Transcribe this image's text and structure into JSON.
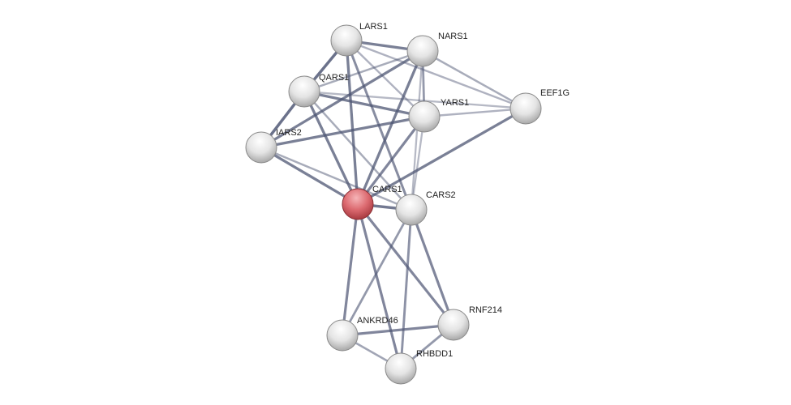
{
  "network": {
    "query_color": "#d9545a",
    "node_color": "#e6e6e6",
    "edge_color": "#4d5573",
    "nodes": [
      {
        "id": "LARS1",
        "label": "LARS1",
        "query": false
      },
      {
        "id": "NARS1",
        "label": "NARS1",
        "query": false
      },
      {
        "id": "QARS1",
        "label": "QARS1",
        "query": false
      },
      {
        "id": "YARS1",
        "label": "YARS1",
        "query": false
      },
      {
        "id": "EEF1G",
        "label": "EEF1G",
        "query": false
      },
      {
        "id": "IARS2",
        "label": "IARS2",
        "query": false
      },
      {
        "id": "CARS1",
        "label": "CARS1",
        "query": true
      },
      {
        "id": "CARS2",
        "label": "CARS2",
        "query": false
      },
      {
        "id": "ANKRD46",
        "label": "ANKRD46",
        "query": false
      },
      {
        "id": "RNF214",
        "label": "RNF214",
        "query": false
      },
      {
        "id": "RHBDD1",
        "label": "RHBDD1",
        "query": false
      }
    ],
    "edges": [
      [
        "LARS1",
        "NARS1",
        0.8
      ],
      [
        "LARS1",
        "QARS1",
        0.9
      ],
      [
        "LARS1",
        "YARS1",
        0.4
      ],
      [
        "LARS1",
        "EEF1G",
        0.4
      ],
      [
        "LARS1",
        "CARS1",
        0.8
      ],
      [
        "LARS1",
        "CARS2",
        0.7
      ],
      [
        "NARS1",
        "QARS1",
        0.45
      ],
      [
        "NARS1",
        "IARS2",
        0.8
      ],
      [
        "NARS1",
        "YARS1",
        0.6
      ],
      [
        "NARS1",
        "EEF1G",
        0.45
      ],
      [
        "NARS1",
        "CARS1",
        0.8
      ],
      [
        "NARS1",
        "CARS2",
        0.35
      ],
      [
        "QARS1",
        "YARS1",
        0.8
      ],
      [
        "QARS1",
        "EEF1G",
        0.35
      ],
      [
        "QARS1",
        "IARS2",
        0.9
      ],
      [
        "QARS1",
        "CARS1",
        0.8
      ],
      [
        "QARS1",
        "CARS2",
        0.45
      ],
      [
        "IARS2",
        "YARS1",
        0.8
      ],
      [
        "IARS2",
        "CARS1",
        0.8
      ],
      [
        "IARS2",
        "CARS2",
        0.45
      ],
      [
        "YARS1",
        "EEF1G",
        0.4
      ],
      [
        "YARS1",
        "CARS1",
        0.75
      ],
      [
        "YARS1",
        "CARS2",
        0.35
      ],
      [
        "EEF1G",
        "CARS1",
        0.8
      ],
      [
        "CARS1",
        "CARS2",
        0.85
      ],
      [
        "CARS1",
        "ANKRD46",
        0.75
      ],
      [
        "CARS1",
        "RHBDD1",
        0.75
      ],
      [
        "CARS1",
        "RNF214",
        0.75
      ],
      [
        "CARS2",
        "ANKRD46",
        0.6
      ],
      [
        "CARS2",
        "RHBDD1",
        0.65
      ],
      [
        "CARS2",
        "RNF214",
        0.75
      ],
      [
        "ANKRD46",
        "RNF214",
        0.75
      ],
      [
        "ANKRD46",
        "RHBDD1",
        0.5
      ],
      [
        "RHBDD1",
        "RNF214",
        0.6
      ]
    ]
  }
}
